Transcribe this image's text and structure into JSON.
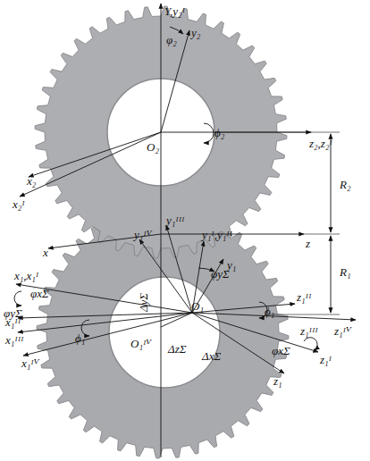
{
  "diagram": {
    "labels": [
      "Y,y₂ᴵ",
      "y₂",
      "φ₂",
      "O₂",
      "ϕ₂",
      "z₂,z₂ᴵ",
      "x₂",
      "x₂ᴵ",
      "R₂",
      "z",
      "x",
      "y₁ᴵᴵᴵ",
      "y₁ᴵ,y₁ᴵᴵ",
      "y₁ᴵⱽ",
      "y₁",
      "φyΣ",
      "R₁",
      "x₁,x₁ᴵ",
      "φxΣ",
      "φyΣ",
      "O₁",
      "ΔyΣ",
      "z₁ᴵᴵ",
      "ϕ₁",
      "x₁ᴵᴵ",
      "z₁ᴵᴵᴵ",
      "z₁ᴵⱽ",
      "x₁ᴵᴵᴵ",
      "ϕ₁",
      "O₁ᴵⱽ",
      "ΔzΣ",
      "ΔxΣ",
      "x₁ᴵⱽ",
      "φxΣ",
      "z₁ᴵ",
      "z₁"
    ]
  }
}
